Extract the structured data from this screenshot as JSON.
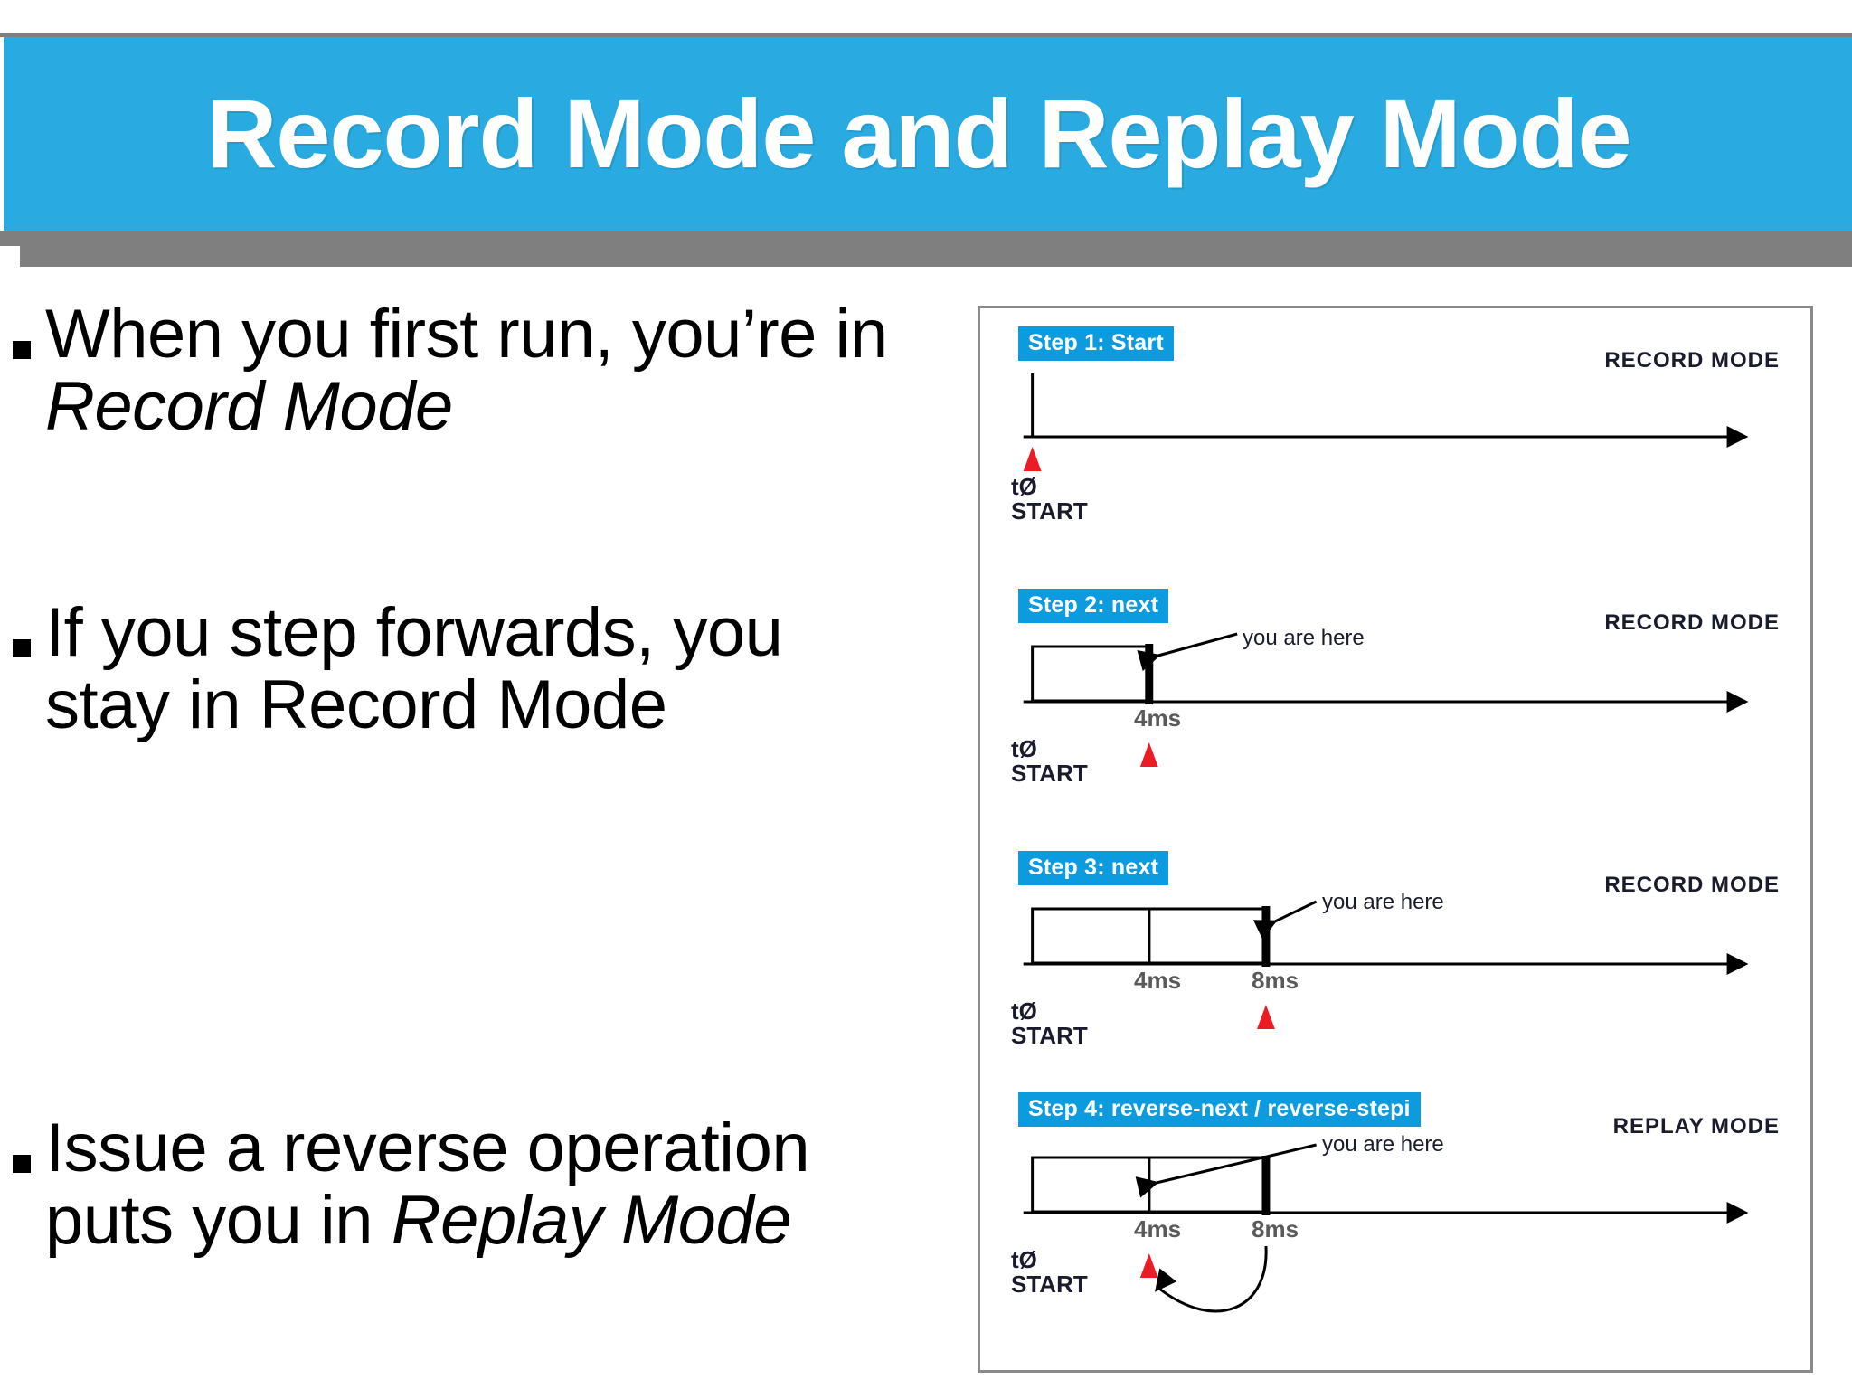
{
  "slide": {
    "title": "Record Mode and Replay Mode",
    "title_bg": "#29abe2",
    "title_color": "#ffffff",
    "rule_color": "#7f7f7f"
  },
  "bullets": [
    {
      "marker": "square-bullet",
      "text_before": "When you first run, you’re in ",
      "text_italic": "Record Mode",
      "text_after": ""
    },
    {
      "marker": "square-bullet",
      "text_before": "If you step forwards, you stay in Record Mode",
      "text_italic": "",
      "text_after": ""
    },
    {
      "marker": "square-bullet",
      "text_before": "Issue a reverse operation puts you in ",
      "text_italic": "Replay Mode",
      "text_after": ""
    }
  ],
  "diagram": {
    "badge_color": "#0d9bdf",
    "marker_color": "#ed1c24",
    "steps": [
      {
        "badge": "Step 1: Start",
        "mode": "RECORD MODE",
        "start_label_top": "tØ",
        "start_label_bottom": "START",
        "ticks": [],
        "you_are_here": "",
        "marker_position_ms": 0,
        "boxes": 0
      },
      {
        "badge": "Step 2: next",
        "mode": "RECORD MODE",
        "start_label_top": "tØ",
        "start_label_bottom": "START",
        "ticks": [
          "4ms"
        ],
        "you_are_here": "you are here",
        "marker_position_ms": 4,
        "boxes": 1
      },
      {
        "badge": "Step 3: next",
        "mode": "RECORD MODE",
        "start_label_top": "tØ",
        "start_label_bottom": "START",
        "ticks": [
          "4ms",
          "8ms"
        ],
        "you_are_here": "you are here",
        "marker_position_ms": 8,
        "boxes": 2
      },
      {
        "badge": "Step 4: reverse-next / reverse-stepi",
        "mode": "REPLAY MODE",
        "start_label_top": "tØ",
        "start_label_bottom": "START",
        "ticks": [
          "4ms",
          "8ms"
        ],
        "you_are_here": "you are here",
        "marker_position_ms": 4,
        "boxes": 2
      }
    ]
  }
}
